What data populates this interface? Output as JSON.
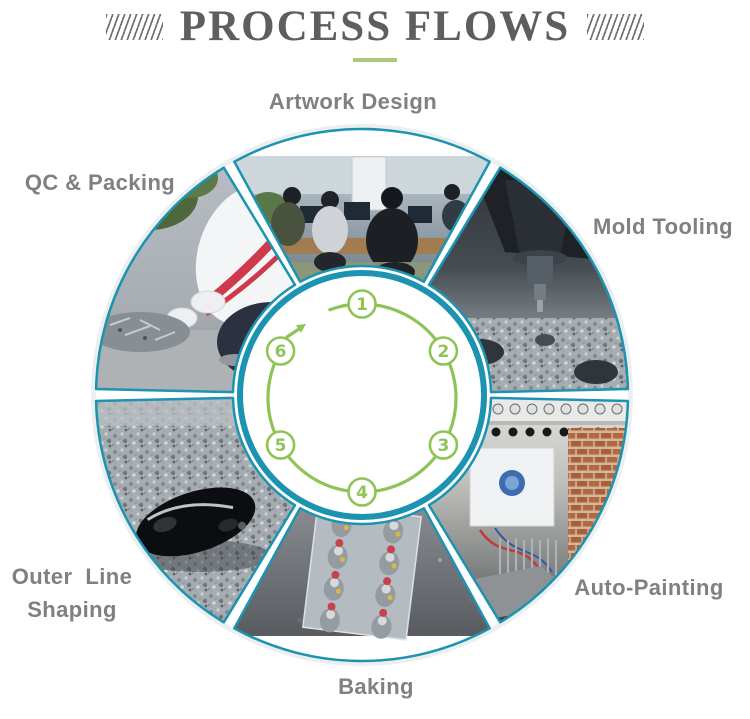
{
  "header": {
    "title": "PROCESS FLOWS"
  },
  "colors": {
    "accent_teal": "#1b93b1",
    "accent_green": "#8ec457",
    "title_gray": "#5d5e60",
    "label_gray": "#7e8083",
    "underline_green": "#a9ca7b"
  },
  "diagram": {
    "steps": [
      {
        "number": "1",
        "label": "Artwork Design"
      },
      {
        "number": "2",
        "label": "Mold Tooling"
      },
      {
        "number": "3",
        "label": "Auto-Painting"
      },
      {
        "number": "4",
        "label": "Baking"
      },
      {
        "number": "5",
        "label": "Outer Line Shaping",
        "label_lines": [
          "Outer  Line",
          "Shaping"
        ]
      },
      {
        "number": "6",
        "label": "QC & Packing"
      }
    ]
  }
}
